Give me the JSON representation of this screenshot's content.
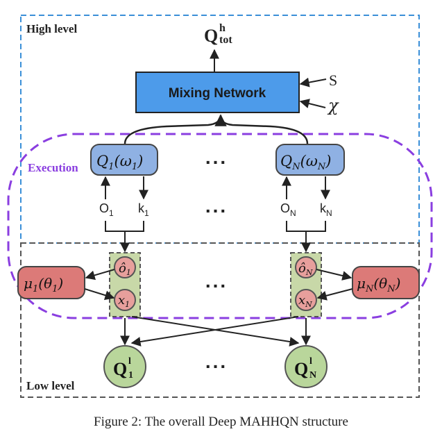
{
  "regions": {
    "high_label": "High level",
    "low_label": "Low level",
    "execution_label": "Execution"
  },
  "output": {
    "q_main": "Q",
    "q_sup": "h",
    "q_sub": "tot"
  },
  "mixing": {
    "label": "Mixing Network",
    "input_s": "S",
    "input_chi": "χ"
  },
  "agents": [
    {
      "q_name": "Q",
      "q_sub": "1",
      "q_arg": "(ω",
      "q_arg_sub": "1",
      "q_close": ")",
      "o_label": "O",
      "o_sub": "1",
      "k_label": "k",
      "k_sub": "1",
      "ohat": "ô",
      "ohat_sub": "1",
      "x": "x",
      "x_sub": "1",
      "mu": "μ",
      "mu_sub": "1",
      "mu_arg": "(θ",
      "mu_arg_sub": "1",
      "mu_close": ")",
      "ql_main": "Q",
      "ql_sup": "l",
      "ql_sub": "1"
    },
    {
      "q_name": "Q",
      "q_sub": "N",
      "q_arg": "(ω",
      "q_arg_sub": "N",
      "q_close": ")",
      "o_label": "O",
      "o_sub": "N",
      "k_label": "k",
      "k_sub": "N",
      "ohat": "ô",
      "ohat_sub": "N",
      "x": "x",
      "x_sub": "N",
      "mu": "μ",
      "mu_sub": "N",
      "mu_arg": "(θ",
      "mu_arg_sub": "N",
      "mu_close": ")",
      "ql_main": "Q",
      "ql_sup": "l",
      "ql_sub": "N"
    }
  ],
  "ellipsis": "...",
  "caption": "Figure 2: The overall Deep MAHHQN structure",
  "colors": {
    "high_border": "#3a8fd8",
    "low_border": "#555555",
    "execution_border": "#8a3ee0",
    "mixing_fill": "#4d9bea",
    "q_fill": "#8fb1e3",
    "mu_fill": "#dc7a78",
    "param_fill": "#e79f9c",
    "dashed_box_fill": "#c8d8a8",
    "ql_fill": "#b9d69b",
    "execution_text": "#8a3ee0"
  }
}
